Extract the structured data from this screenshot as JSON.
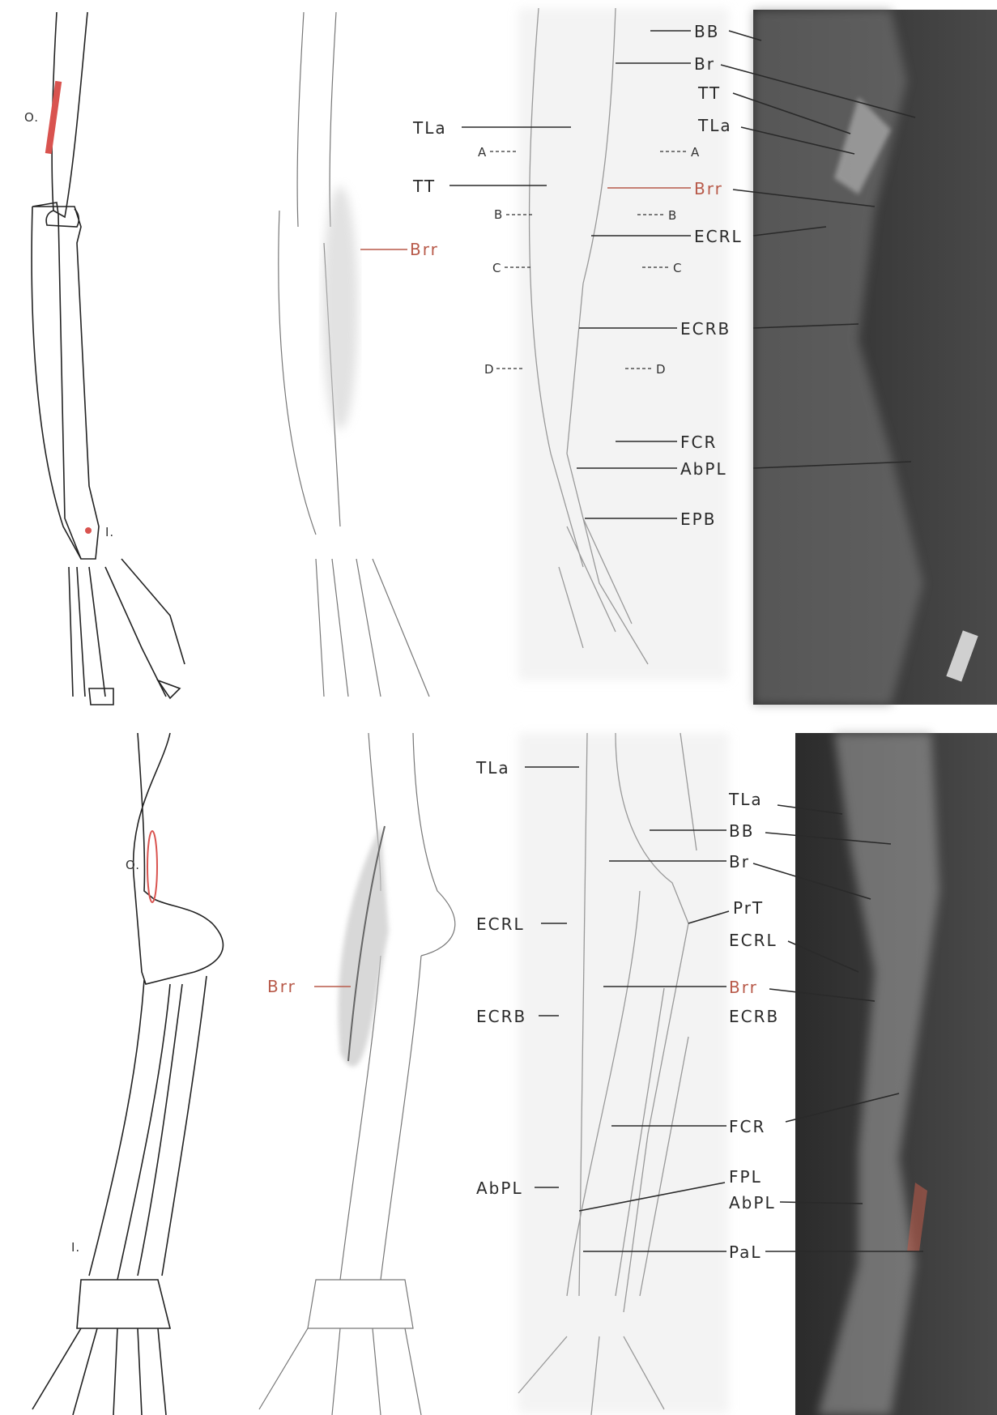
{
  "top_panel": {
    "skeleton_labels": {
      "origin": "O.",
      "insertion": "I."
    },
    "middle_label": "Brr",
    "dissection_left_labels": [
      "TLa",
      "TT"
    ],
    "section_markers": [
      "A",
      "B",
      "C",
      "D"
    ],
    "dissection_right_labels": [
      "BB",
      "Br",
      "Brr",
      "ECRL",
      "ECRB",
      "FCR",
      "AbPL",
      "EPB"
    ],
    "photo_labels": [
      "TT",
      "TLa"
    ]
  },
  "bottom_panel": {
    "skeleton_labels": {
      "origin": "O.",
      "insertion": "I."
    },
    "middle_label": "Brr",
    "dissection_left_labels": [
      "TLa",
      "ECRL",
      "ECRB",
      "AbPL"
    ],
    "dissection_right_labels": [
      "BB",
      "Br",
      "PrT",
      "Brr",
      "FCR",
      "FPL",
      "PaL"
    ],
    "photo_labels": [
      "TLa",
      "ECRL",
      "ECRB",
      "AbPL"
    ]
  },
  "colors": {
    "highlight": "#d9534f",
    "label_red": "#b85a4a",
    "ink": "#2a2a2a",
    "photo": "#3a3a3a"
  }
}
